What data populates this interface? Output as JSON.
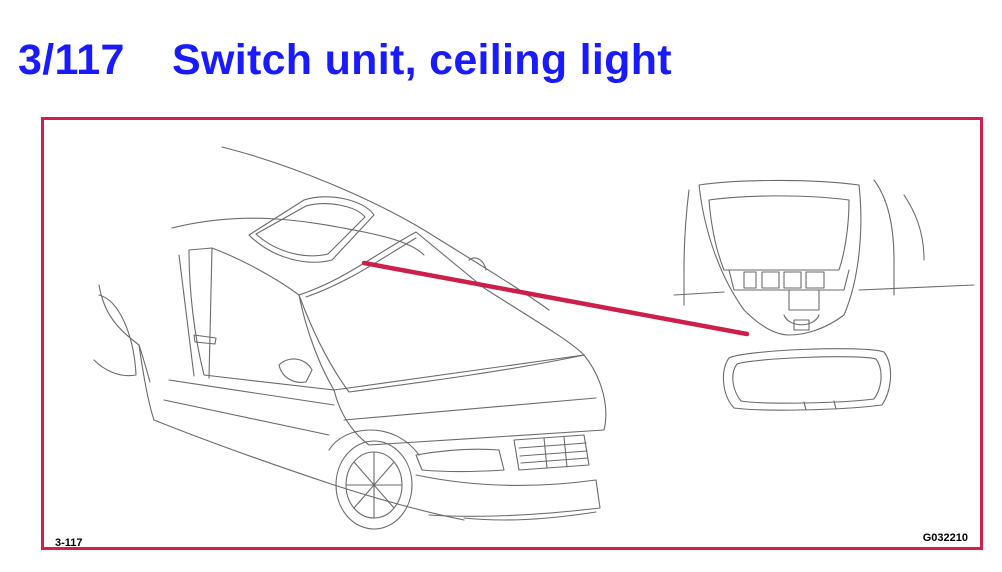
{
  "header": {
    "number": "3/117",
    "title": "Switch unit, ceiling light"
  },
  "figure": {
    "label_left": "3-117",
    "label_right": "G032210"
  },
  "colors": {
    "title": "#1a1aff",
    "frame_border": "#d3204a",
    "leader_line": "#cc1f4a",
    "line_art": "#6b6b6b"
  }
}
